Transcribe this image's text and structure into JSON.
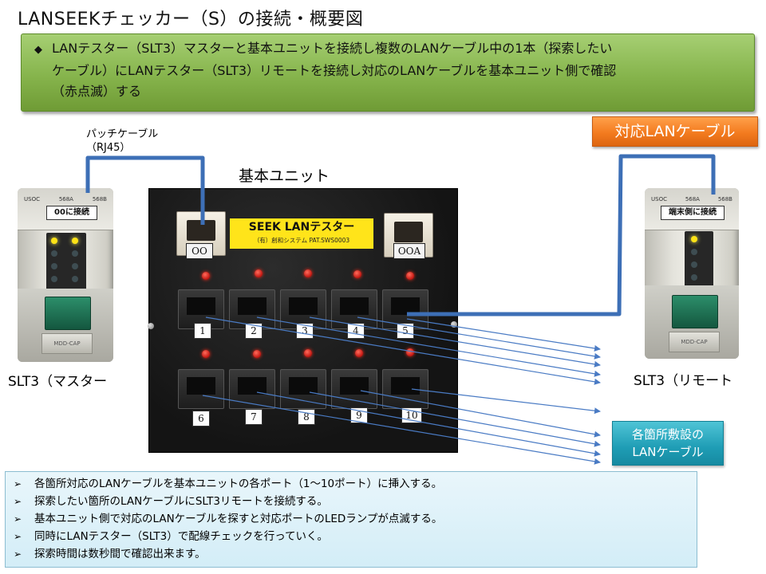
{
  "title": "LANSEEKチェッカー（S）の接続・概要図",
  "summary": {
    "bullet_icon": "diamond-bullet-icon",
    "lines": [
      "LANテスター（SLT3）マスターと基本ユニットを接続し複数のLANケーブル中の1本（探索したい",
      "ケーブル）にLANテスター（SLT3）リモートを接続し対応のLANケーブルを基本ユニット側で確認",
      "（赤点滅）する"
    ]
  },
  "labels": {
    "cable": "対応LANケーブル",
    "patch_line1": "パッチケーブル",
    "patch_line2": "（RJ45）",
    "base_unit": "基本ユニット",
    "master": "SLT3（マスター",
    "remote": "SLT3（リモート",
    "field_line1": "各箇所敷設の",
    "field_line2": "LANケーブル"
  },
  "base_unit": {
    "jack_left": "OO",
    "jack_right": "OOA",
    "brand_big": "SEEK LANテスター",
    "brand_small": "（有）創和システム PAT.SWS0003",
    "ports": [
      "1",
      "2",
      "3",
      "4",
      "5",
      "6",
      "7",
      "8",
      "9",
      "10"
    ]
  },
  "master_device": {
    "sticker": "00に接続",
    "top_marks": [
      "USOC",
      "568A",
      "568B"
    ],
    "brand": "MDD-CAP"
  },
  "remote_device": {
    "sticker": "端末側に接続",
    "top_marks": [
      "USOC",
      "568A",
      "568B"
    ],
    "brand": "MDD-CAP"
  },
  "notes": [
    "各箇所対応のLANケーブルを基本ユニットの各ポート（1～10ポート）に挿入する。",
    "探索したい箇所のLANケーブルにSLT3リモートを接続する。",
    "基本ユニット側で対応のLANケーブルを探すと対応ポートのLEDランプが点滅する。",
    "同時にLANテスター（SLT3）で配線チェックを行っていく。",
    "探索時間は数秒間で確認出来ます。"
  ],
  "note_icon": "arrow-bullet-icon",
  "colors": {
    "summary_green": "#86b44c",
    "cable_orange": "#f37b1f",
    "field_teal": "#1f9db5",
    "notes_bg": "#d3edf7",
    "cable_blue": "#3d6fb6",
    "led_red": "#e01a10",
    "led_yellow": "#ffe316"
  }
}
